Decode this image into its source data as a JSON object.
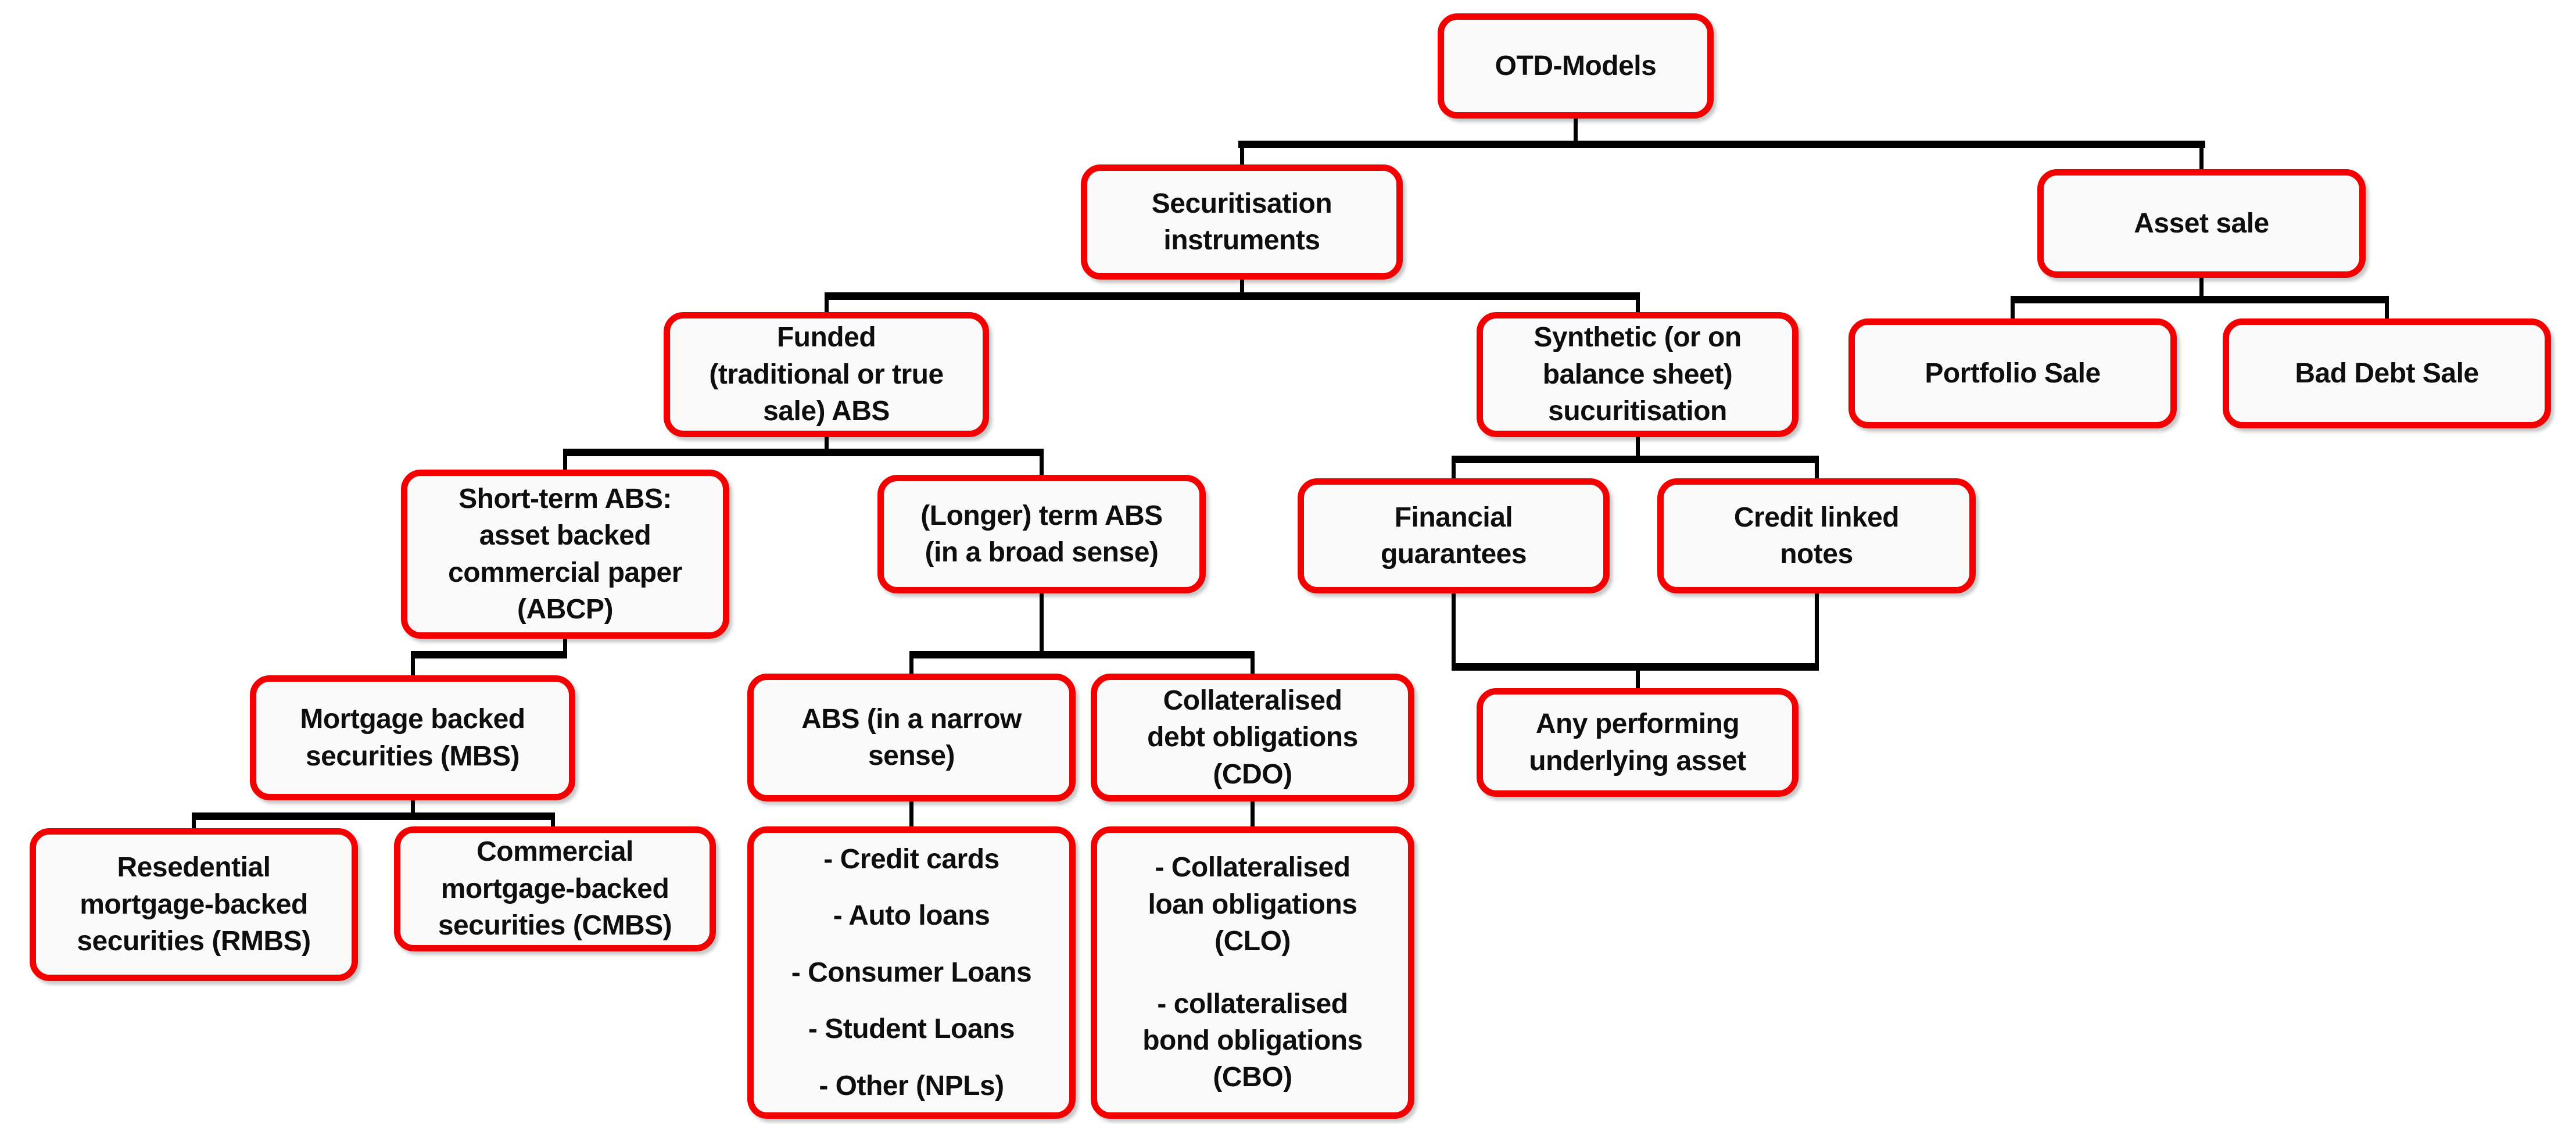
{
  "diagram": {
    "type": "tree",
    "colors": {
      "box_border": "#F40000",
      "box_fill": "#FAFAFA",
      "text": "#0E0E0E",
      "connector": "#000000",
      "background": "#FFFFFF"
    },
    "nodes": {
      "otd": {
        "label": "OTD-Models"
      },
      "securitisation": {
        "label": "Securitisation\ninstruments"
      },
      "asset_sale": {
        "label": "Asset sale"
      },
      "funded": {
        "label": "Funded\n(traditional or true\nsale) ABS"
      },
      "synthetic": {
        "label": "Synthetic (or on\nbalance sheet)\nsucuritisation"
      },
      "portfolio": {
        "label": "Portfolio Sale"
      },
      "bad_debt": {
        "label": "Bad Debt Sale"
      },
      "abcp": {
        "label": "Short-term ABS:\nasset backed\ncommercial paper\n(ABCP)"
      },
      "longer_term": {
        "label": "(Longer) term ABS\n(in a broad sense)"
      },
      "fin_guarantees": {
        "label": "Financial\nguarantees"
      },
      "cln": {
        "label": "Credit linked\nnotes"
      },
      "mbs": {
        "label": "Mortgage backed\nsecurities (MBS)"
      },
      "abs_narrow": {
        "label": "ABS (in a narrow\nsense)"
      },
      "cdo": {
        "label": "Collateralised\ndebt obligations\n(CDO)"
      },
      "any_asset": {
        "label": "Any performing\nunderlying asset"
      },
      "rmbs": {
        "label": "Resedential\nmortgage-backed\nsecurities (RMBS)"
      },
      "cmbs": {
        "label": "Commercial\nmortgage-backed\nsecurities (CMBS)"
      },
      "abs_list": {
        "items": [
          "- Credit cards",
          "- Auto loans",
          "- Consumer Loans",
          "- Student Loans",
          "- Other (NPLs)"
        ]
      },
      "cdo_list": {
        "items": [
          "- Collateralised\nloan obligations\n(CLO)",
          "- collateralised\nbond obligations\n(CBO)"
        ]
      }
    },
    "edges": [
      {
        "from": [
          "otd"
        ],
        "to": [
          "securitisation",
          "asset_sale"
        ]
      },
      {
        "from": [
          "securitisation"
        ],
        "to": [
          "funded",
          "synthetic"
        ]
      },
      {
        "from": [
          "asset_sale"
        ],
        "to": [
          "portfolio",
          "bad_debt"
        ]
      },
      {
        "from": [
          "funded"
        ],
        "to": [
          "abcp",
          "longer_term"
        ]
      },
      {
        "from": [
          "abcp"
        ],
        "to": [
          "mbs"
        ]
      },
      {
        "from": [
          "longer_term"
        ],
        "to": [
          "abs_narrow",
          "cdo"
        ]
      },
      {
        "from": [
          "synthetic"
        ],
        "to": [
          "fin_guarantees",
          "cln"
        ]
      },
      {
        "from": [
          "fin_guarantees",
          "cln"
        ],
        "to": [
          "any_asset"
        ]
      },
      {
        "from": [
          "mbs"
        ],
        "to": [
          "rmbs",
          "cmbs"
        ]
      },
      {
        "from": [
          "abs_narrow"
        ],
        "to": [
          "abs_list"
        ]
      },
      {
        "from": [
          "cdo"
        ],
        "to": [
          "cdo_list"
        ]
      }
    ]
  }
}
